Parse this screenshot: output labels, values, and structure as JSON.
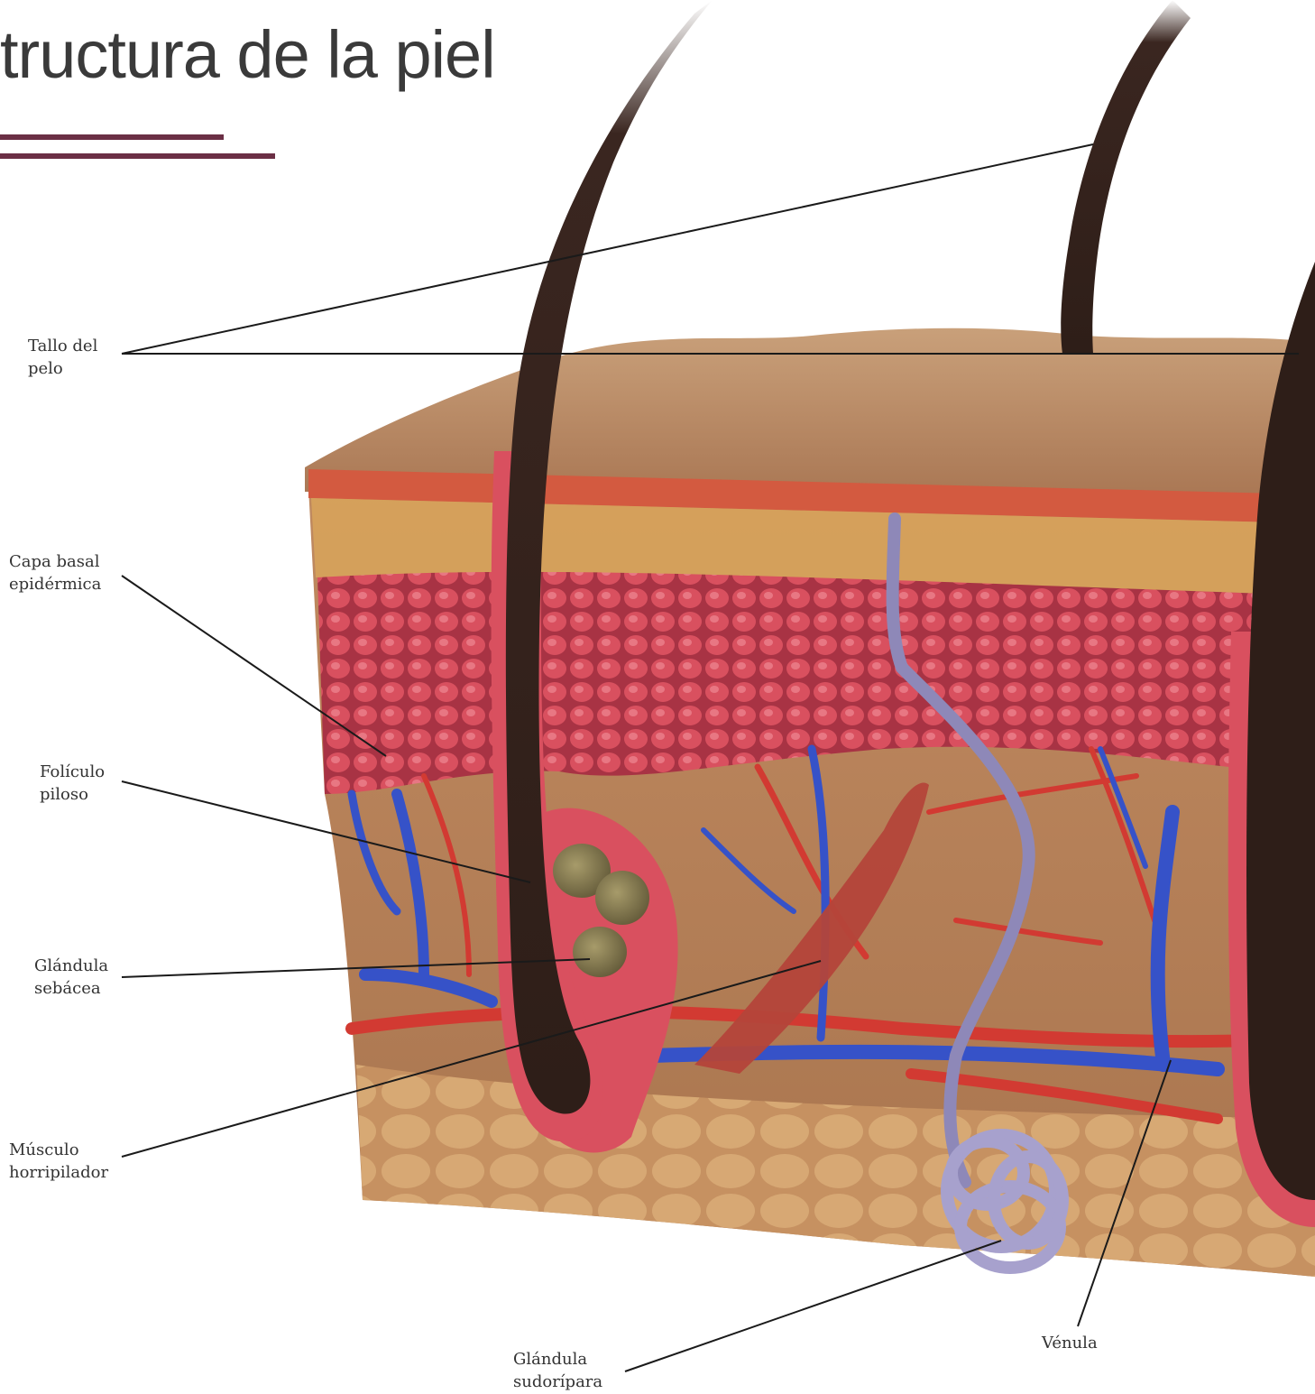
{
  "title": "tructura de la piel",
  "colors": {
    "title_rule": "#6b2f45",
    "leader_line": "#1a1a1a",
    "hair": "#3a2620",
    "skin_surface": "#b98560",
    "dermis": "#c79468",
    "epidermis_cells": "#d4485a",
    "artery": "#d23a32",
    "vein": "#3652c8",
    "sweat_gland": "#9c96c4",
    "sebaceous_gland": "#857a4e",
    "fat_layer": "#d7a570"
  },
  "labels": {
    "hair_shaft": [
      "Tallo del",
      "pelo"
    ],
    "basal_layer": [
      "Capa basal",
      "epidérmica"
    ],
    "hair_follicle": [
      "Folículo",
      "piloso"
    ],
    "sebaceous_gland": [
      "Glándula",
      "sebácea"
    ],
    "arrector_muscle": [
      "Músculo",
      "horripilador"
    ],
    "sweat_gland": [
      "Glándula",
      "sudorípara"
    ],
    "venule": [
      "Vénula"
    ]
  }
}
